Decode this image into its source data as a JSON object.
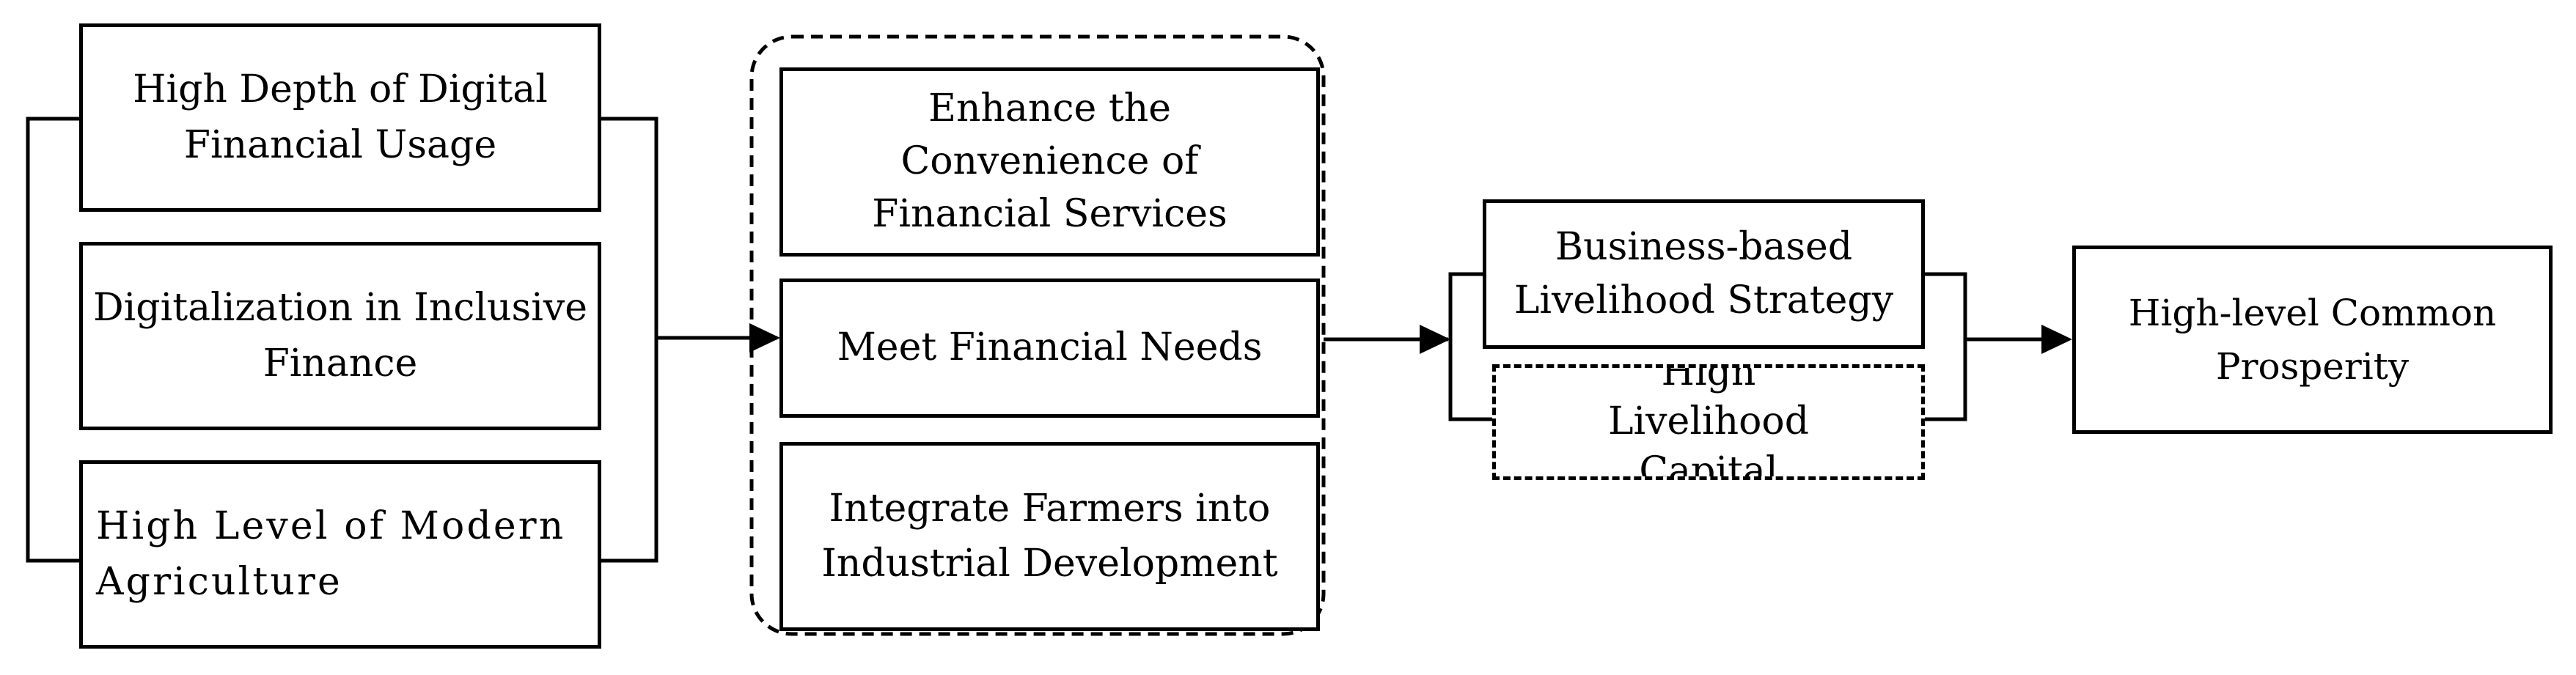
{
  "inputs": {
    "box1": "High Depth of Digital Financial Usage",
    "box2": "Digitalization in Inclusive Finance",
    "box3": "High Level of Modern Agriculture"
  },
  "mechanisms": {
    "box1": "Enhance the Convenience of Financial Services",
    "box2": "Meet Financial Needs",
    "box3": "Integrate Farmers into Industrial Development"
  },
  "livelihood": {
    "box1": "Business-based Livelihood Strategy",
    "box2": "High Livelihood Capital"
  },
  "outcome": {
    "box1": "High-level Common Prosperity"
  }
}
